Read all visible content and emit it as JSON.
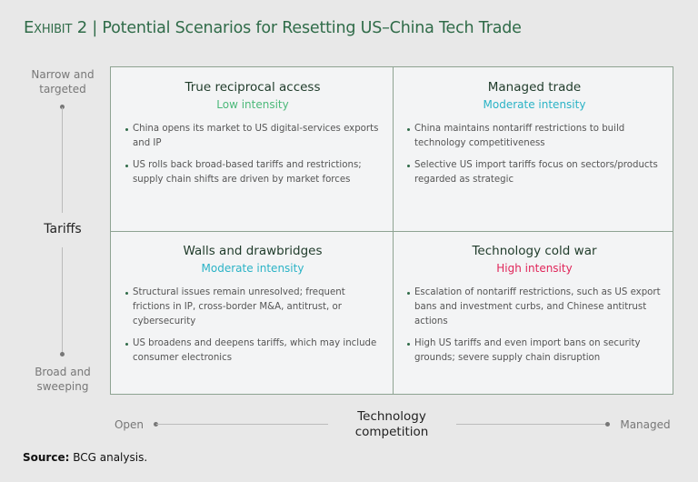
{
  "title": {
    "exhibit": "Exhibit 2",
    "separator": "|",
    "text": "Potential Scenarios for Resetting US–China Tech Trade"
  },
  "colors": {
    "low": "#4cb97a",
    "moderate": "#2bb3c6",
    "high": "#e0265a"
  },
  "y_axis": {
    "label": "Tariffs",
    "top": "Narrow and targeted",
    "bottom": "Broad and sweeping"
  },
  "x_axis": {
    "label": "Technology competition",
    "left": "Open",
    "right": "Managed"
  },
  "quadrants": [
    {
      "title": "True reciprocal access",
      "intensity": "Low intensity",
      "level": "low",
      "bullets": [
        "China opens its market to US digital-services exports and IP",
        "US rolls back broad-based tariffs and restrictions; supply chain shifts are driven by market forces"
      ]
    },
    {
      "title": "Managed trade",
      "intensity": "Moderate intensity",
      "level": "moderate",
      "bullets": [
        "China maintains nontariff restrictions to build technology competitiveness",
        "Selective US import tariffs focus on sectors/products regarded as strategic"
      ]
    },
    {
      "title": "Walls and drawbridges",
      "intensity": "Moderate intensity",
      "level": "moderate",
      "bullets": [
        "Structural issues remain unresolved; frequent frictions in IP, cross-border M&A, antitrust, or cybersecurity",
        "US broadens and deepens tariffs, which may include consumer electronics"
      ]
    },
    {
      "title": "Technology cold war",
      "intensity": "High intensity",
      "level": "high",
      "bullets": [
        "Escalation of nontariff restrictions, such as US export bans and investment curbs, and Chinese antitrust actions",
        "High US tariffs and even import bans on security grounds; severe supply chain disruption"
      ]
    }
  ],
  "source": {
    "label": "Source:",
    "text": "BCG analysis."
  }
}
